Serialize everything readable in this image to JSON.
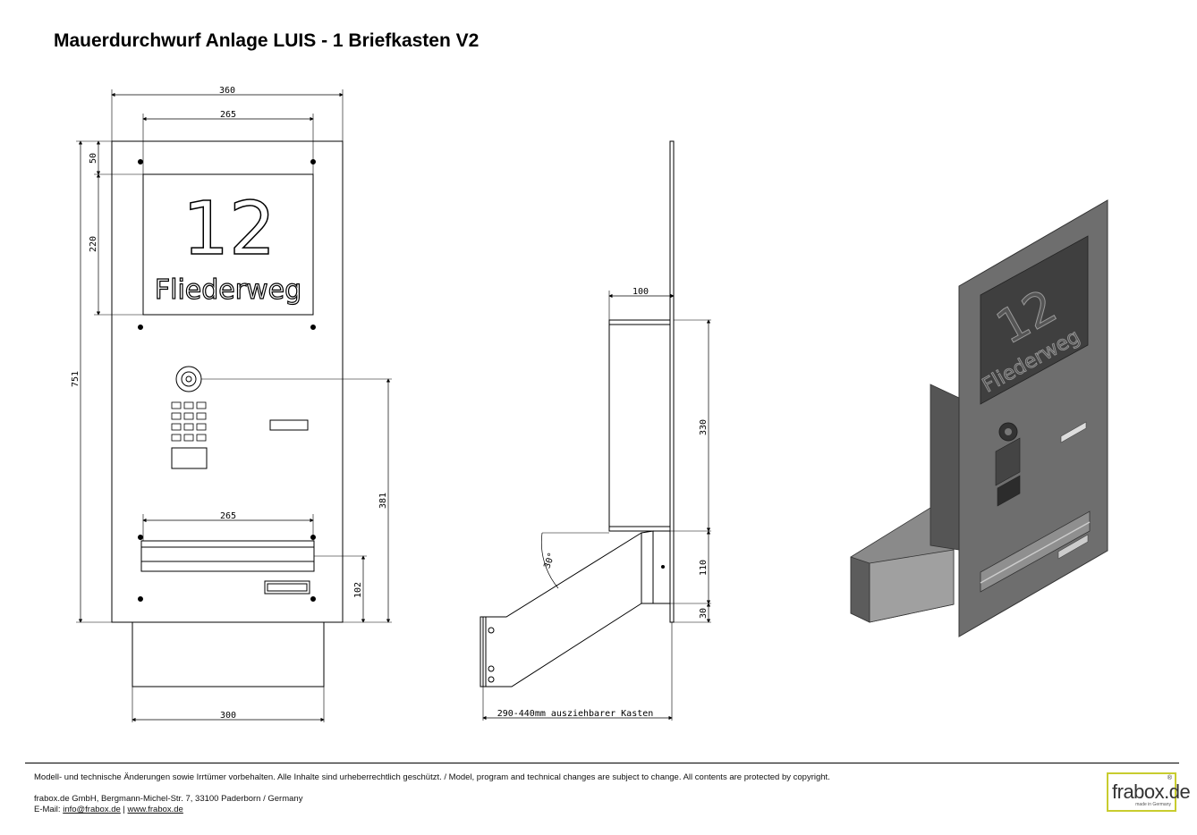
{
  "title": "Mauerdurchwurf Anlage LUIS - 1 Briefkasten V2",
  "front_view": {
    "dims": {
      "width_total": "360",
      "width_plate": "265",
      "height_top": "50",
      "height_plate": "220",
      "height_total": "751",
      "width_slot": "265",
      "height_doorbell": "381",
      "height_slot": "102",
      "width_box": "300"
    },
    "house_number": "12",
    "street_name": "Fliederweg"
  },
  "side_view": {
    "dims": {
      "depth_top": "100",
      "height_box": "330",
      "height_bottom": "110",
      "height_base": "30",
      "angle": "30°",
      "extendable": "290-440mm ausziehbarer Kasten"
    }
  },
  "render_view": {
    "house_number": "12",
    "street_name": "Fliederweg"
  },
  "footer": {
    "disclaimer": "Modell- und technische Änderungen sowie Irrtümer vorbehalten. Alle Inhalte sind urheberrechtlich geschützt. / Model, program and technical changes are subject to change. All contents are protected by copyright.",
    "address": "frabox.de GmbH, Bergmann-Michel-Str. 7, 33100 Paderborn / Germany",
    "email_label": "E-Mail:",
    "email": "info@frabox.de",
    "separator": "|",
    "website": "www.frabox.de",
    "logo_text": "frabox.de",
    "logo_registered": "®",
    "logo_sub": "made in Germany"
  },
  "colors": {
    "steel": "#6e6e6e",
    "steel_dark": "#4a4a4a",
    "plate_dark": "#3f3f3f",
    "logo_border": "#c8cc2e",
    "logo_accent": "#a9b31e"
  }
}
